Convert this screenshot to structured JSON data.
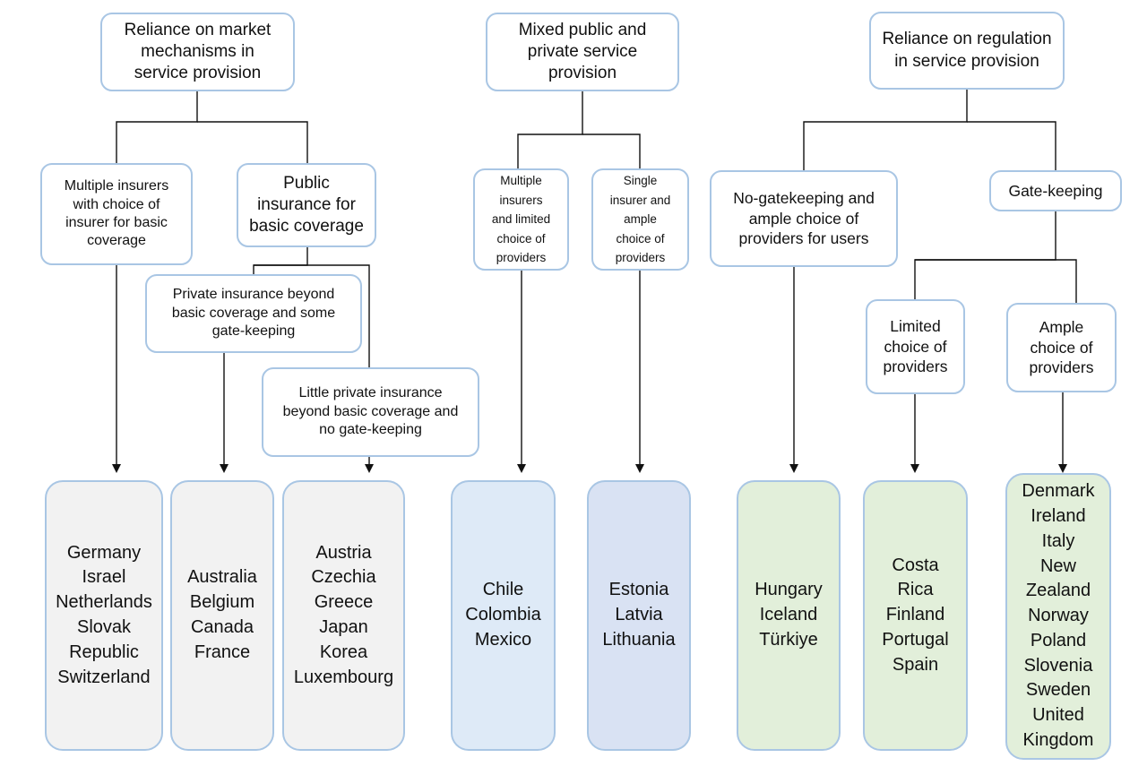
{
  "top": {
    "market": [
      "Reliance on market",
      "mechanisms in",
      "service provision"
    ],
    "mixed": [
      "Mixed public and",
      "private service",
      "provision"
    ],
    "regulation": [
      "Reliance on regulation",
      "in service provision"
    ]
  },
  "mid": {
    "multiple_insurers_choice": [
      "Multiple insurers",
      "with choice of",
      "insurer for basic",
      "coverage"
    ],
    "public_insurance": [
      "Public",
      "insurance for",
      "basic coverage"
    ],
    "private_gatekeeping": [
      "Private insurance beyond",
      "basic coverage and some",
      "gate-keeping"
    ],
    "little_private": [
      "Little private insurance",
      "beyond basic coverage and",
      "no gate-keeping"
    ],
    "multiple_insurers_limited": [
      "Multiple",
      "insurers",
      "and limited",
      "choice of",
      "providers"
    ],
    "single_insurer": [
      "Single",
      "insurer and",
      "ample",
      "choice of",
      "providers"
    ],
    "no_gatekeeping": [
      "No-gatekeeping and",
      "ample choice of",
      "providers for users"
    ],
    "gatekeeping": [
      "Gate-keeping"
    ],
    "limited_choice": [
      "Limited",
      "choice of",
      "providers"
    ],
    "ample_choice": [
      "Ample",
      "choice of",
      "providers"
    ]
  },
  "countries": {
    "g1": [
      "Germany",
      "Israel",
      "Netherlands",
      "Slovak",
      "Republic",
      "Switzerland"
    ],
    "g2": [
      "Australia",
      "Belgium",
      "Canada",
      "France"
    ],
    "g3": [
      "Austria",
      "Czechia",
      "Greece",
      "Japan",
      "Korea",
      "Luxembourg"
    ],
    "g4": [
      "Chile",
      "Colombia",
      "Mexico"
    ],
    "g5": [
      "Estonia",
      "Latvia",
      "Lithuania"
    ],
    "g6": [
      "Hungary",
      "Iceland",
      "Türkiye"
    ],
    "g7": [
      "Costa",
      "Rica",
      "Finland",
      "Portugal",
      "Spain"
    ],
    "g8": [
      "Denmark",
      "Ireland",
      "Italy",
      "New",
      "Zealand",
      "Norway",
      "Poland",
      "Slovenia",
      "Sweden",
      "United",
      "Kingdom"
    ]
  },
  "colors": {
    "box_border": "#a9c6e4",
    "grey_fill": "#f2f2f2",
    "light_blue_fill": "#deeaf7",
    "blue_fill": "#d9e2f3",
    "green_fill": "#e2efda",
    "connector": "#111111"
  }
}
